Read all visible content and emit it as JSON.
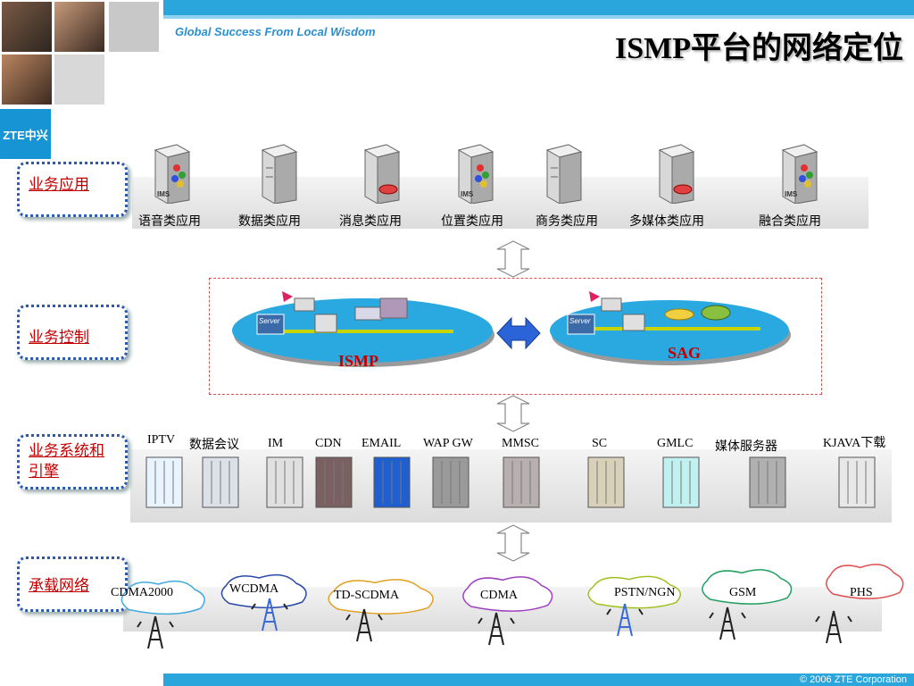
{
  "header": {
    "slogan": "Global Success From Local Wisdom",
    "title": "ISMP平台的网络定位",
    "logo": "ZTE中兴",
    "copyright": "© 2006 ZTE Corporation"
  },
  "layers": {
    "app": "业务应用",
    "control": "业务控制",
    "engine": "业务系统和引擎",
    "bearer": "承载网络"
  },
  "apps": [
    "语音类应用",
    "数据类应用",
    "消息类应用",
    "位置类应用",
    "商务类应用",
    "多媒体类应用",
    "融合类应用"
  ],
  "platforms": {
    "ismp": "ISMP",
    "sag": "SAG",
    "server_tag": "Server"
  },
  "engines": [
    "IPTV",
    "数据会议",
    "IM",
    "CDN",
    "EMAIL",
    "WAP GW",
    "MMSC",
    "SC",
    "GMLC",
    "媒体服务器",
    "KJAVA下载"
  ],
  "networks": [
    "CDMA2000",
    "WCDMA",
    "TD-SCDMA",
    "CDMA",
    "PSTN/NGN",
    "GSM",
    "PHS"
  ],
  "colors": {
    "accent": "#2aa6dd",
    "label_text": "#c00000",
    "label_border": "#2a5ab0",
    "ellipse": "#29a9e0",
    "dashed": "#d9534f"
  }
}
